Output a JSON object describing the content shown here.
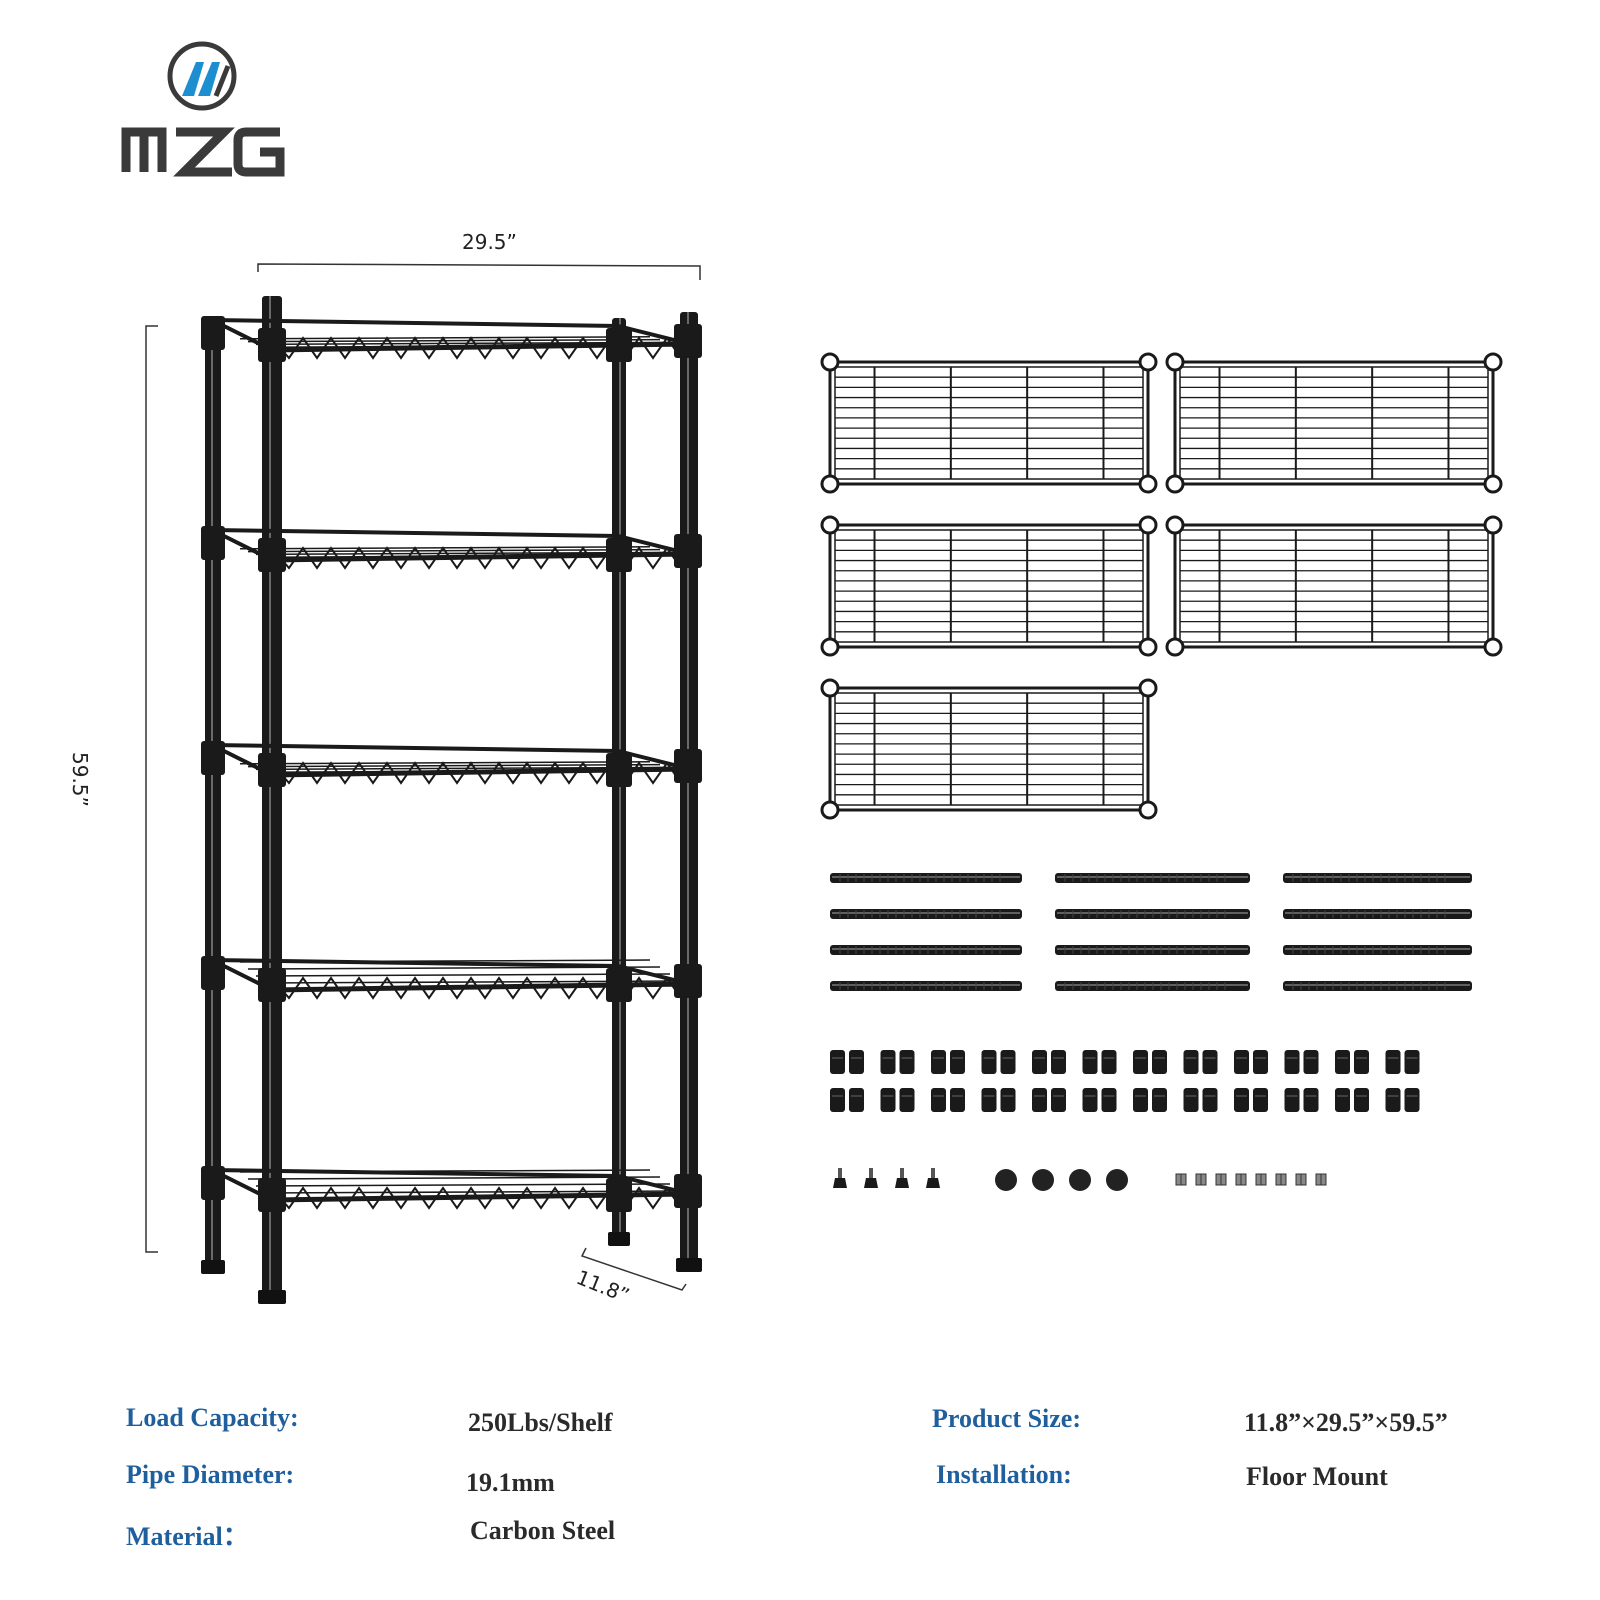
{
  "brand": {
    "name": "MZG",
    "logo_icon": "mzg-logo-icon",
    "accent": "#1d8fd0",
    "dark": "#3a3a3a"
  },
  "dimensions": {
    "width": "29.5”",
    "height": "59.5”",
    "depth": "11.8”"
  },
  "specs": [
    {
      "label": "Load Capacity:",
      "value": "250Lbs/Shelf"
    },
    {
      "label": "Pipe Diameter:",
      "value": "19.1mm"
    },
    {
      "label": "Material：",
      "value": "Carbon Steel"
    },
    {
      "label": "Product Size:",
      "value": "11.8”×29.5”×59.5”"
    },
    {
      "label": "Installation:",
      "value": "Floor Mount"
    }
  ],
  "colors": {
    "label": "#1f5f9e",
    "value": "#2a2a2a",
    "metal": "#1a1a1a"
  },
  "parts": {
    "shelf_panels": 5,
    "poles": 12,
    "clip_pairs": 24,
    "leveling_feet": 4,
    "caps": 4,
    "connectors": 8
  }
}
